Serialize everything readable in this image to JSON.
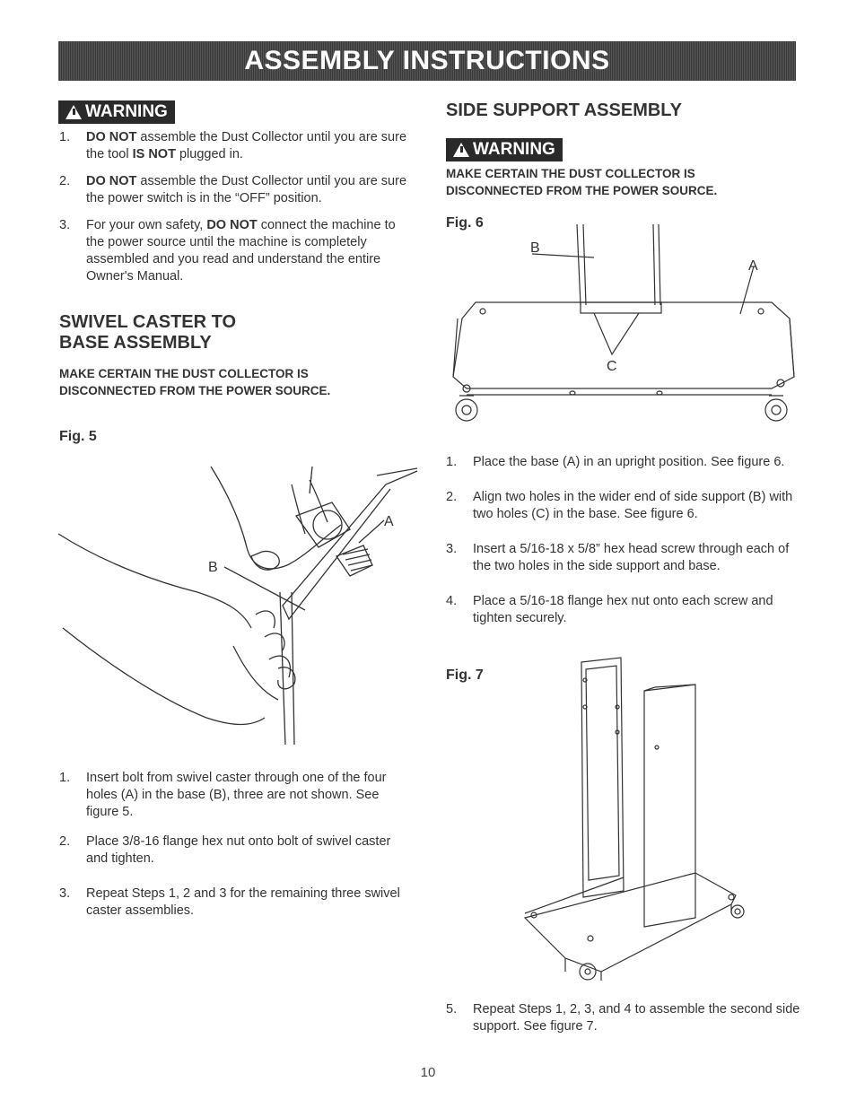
{
  "banner": "ASSEMBLY INSTRUCTIONS",
  "warning_label": "WARNING",
  "left": {
    "warnings": [
      {
        "num": "1.",
        "bold": "DO NOT",
        "text1": " assemble the Dust Collector until you are sure the tool ",
        "bold2": "IS NOT",
        "text2": " plugged in."
      },
      {
        "num": "2.",
        "bold": "DO NOT",
        "text1": " assemble the Dust Collector until you are sure the power switch is in the “OFF” position.",
        "bold2": "",
        "text2": ""
      },
      {
        "num": "3.",
        "bold": "",
        "text0": "For your own safety, ",
        "bold_mid": "DO NOT",
        "text1": " connect the machine to the power source until the machine is completely assembled and you read and understand the entire Owner's Manual."
      }
    ],
    "section_title_1": "SWIVEL CASTER TO",
    "section_title_2": "BASE ASSEMBLY",
    "caution_1": "MAKE CERTAIN THE DUST COLLECTOR IS",
    "caution_2": "DISCONNECTED FROM THE POWER SOURCE.",
    "fig_label": "Fig. 5",
    "fig_callouts": {
      "a": "A",
      "b": "B"
    },
    "steps": [
      {
        "num": "1.",
        "text": "Insert bolt from swivel caster through one of the four holes (A) in the base (B), three are not shown. See figure 5."
      },
      {
        "num": "2.",
        "text": "Place 3/8-16 flange hex nut onto bolt of swivel caster and tighten."
      },
      {
        "num": "3.",
        "text": "Repeat Steps 1, 2 and 3 for the remaining three swivel caster assemblies."
      }
    ]
  },
  "right": {
    "section_title": "SIDE SUPPORT ASSEMBLY",
    "caution_1": "MAKE CERTAIN THE DUST COLLECTOR IS",
    "caution_2": "DISCONNECTED FROM THE POWER SOURCE.",
    "fig6_label": "Fig. 6",
    "fig6_callouts": {
      "a": "A",
      "b": "B",
      "c": "C"
    },
    "steps": [
      {
        "num": "1.",
        "text": "Place the base (A) in an upright position. See figure 6."
      },
      {
        "num": "2.",
        "text": "Align two holes in the wider end of side support (B) with two holes (C) in the base. See figure 6."
      },
      {
        "num": "3.",
        "text": "Insert a 5/16-18 x 5/8” hex head screw through each of the two holes in the side support and base."
      },
      {
        "num": "4.",
        "text": "Place a 5/16-18 flange hex nut onto each screw and tighten securely."
      }
    ],
    "fig7_label": "Fig. 7",
    "step5": {
      "num": "5.",
      "text": "Repeat Steps 1, 2, 3, and 4 to assemble the second side support. See figure 7."
    }
  },
  "page_number": "10"
}
